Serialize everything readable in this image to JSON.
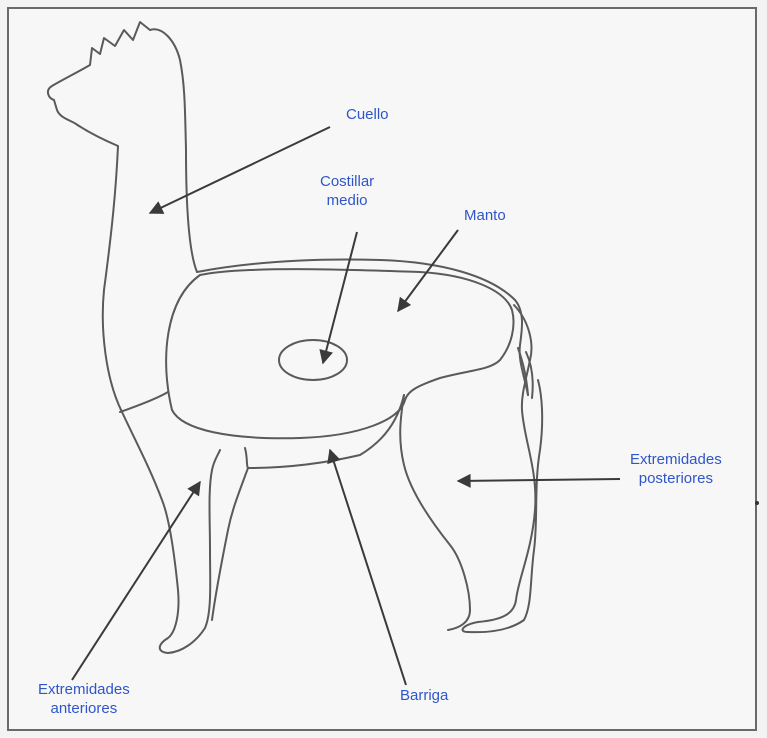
{
  "colors": {
    "label": "#2f56c9",
    "outline": "#5a5a5a",
    "arrow": "#3a3a3a",
    "background": "#f3f3f3"
  },
  "labels": {
    "cuello": "Cuello",
    "costillar_line1": "Costillar",
    "costillar_line2": "medio",
    "manto": "Manto",
    "ext_post_line1": "Extremidades",
    "ext_post_line2": "posteriores",
    "barriga": "Barriga",
    "ext_ant_line1": "Extremidades",
    "ext_ant_line2": "anteriores"
  }
}
